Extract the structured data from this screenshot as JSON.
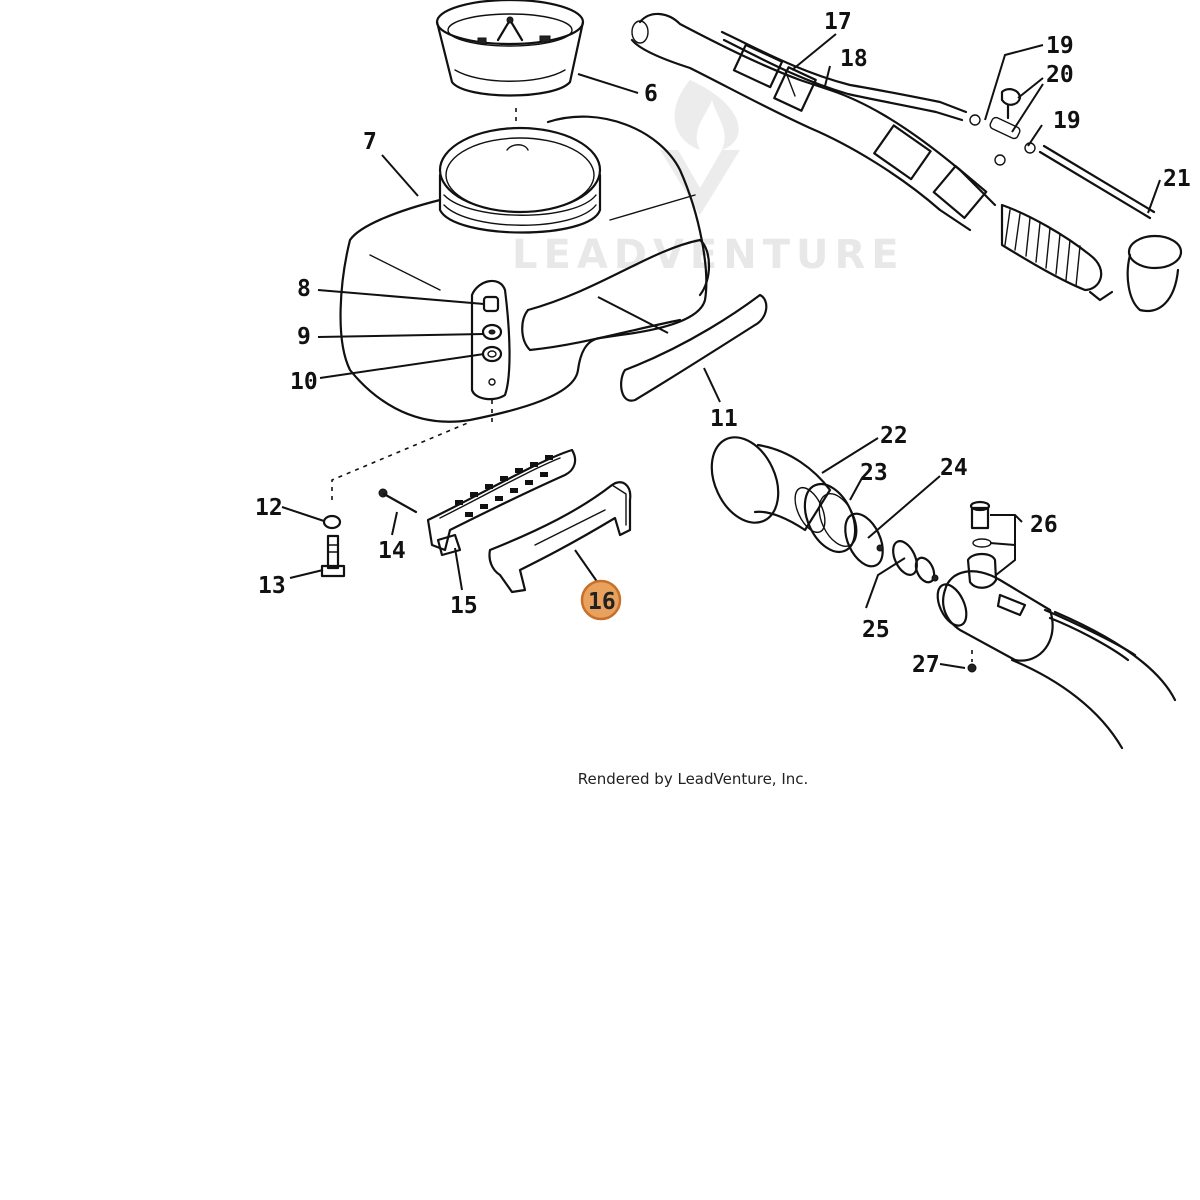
{
  "watermark": {
    "text": "LEADVENTURE"
  },
  "highlight": {
    "part": "16",
    "color": "#e8a25e",
    "stroke": "#c8702a"
  },
  "callouts": {
    "c6": "6",
    "c7": "7",
    "c8": "8",
    "c9": "9",
    "c10": "10",
    "c11": "11",
    "c12": "12",
    "c13": "13",
    "c14": "14",
    "c15": "15",
    "c16": "16",
    "c17": "17",
    "c18": "18",
    "c19a": "19",
    "c19b": "19",
    "c20": "20",
    "c21": "21",
    "c22": "22",
    "c23": "23",
    "c24": "24",
    "c25": "25",
    "c26": "26",
    "c27": "27"
  },
  "credit": "Rendered by LeadVenture, Inc."
}
